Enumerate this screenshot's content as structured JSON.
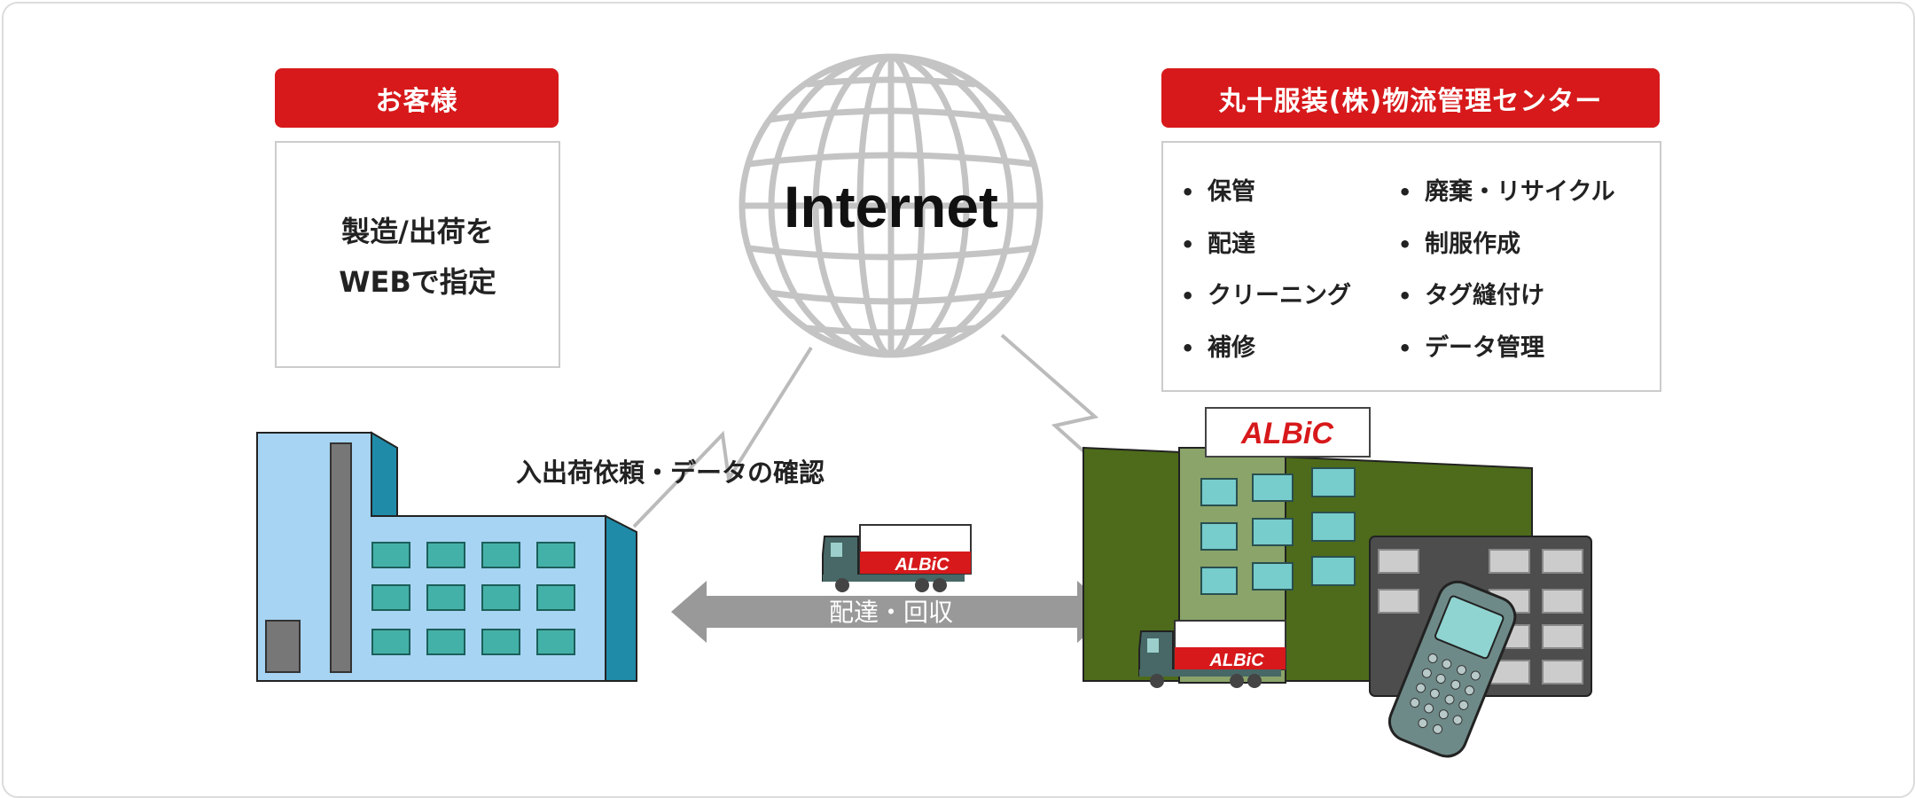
{
  "customer": {
    "title": "お客様",
    "line1": "製造/出荷を",
    "line2": "WEBで指定"
  },
  "center": {
    "title": "丸十服装(株)物流管理センター",
    "services_left": [
      "保管",
      "配達",
      "クリーニング",
      "補修"
    ],
    "services_right": [
      "廃棄・リサイクル",
      "制服作成",
      "タグ縫付け",
      "データ管理"
    ]
  },
  "internet_label": "Internet",
  "request_label": "入出荷依頼・データの確認",
  "delivery_label": "配達・回収",
  "brand": "ALBiC",
  "colors": {
    "accent_red": "#d7191b",
    "factory_light": "#a6d4f2",
    "factory_dark": "#1f8ba9",
    "window_teal": "#44b1a8",
    "building_green": "#8aa469",
    "building_dark_green": "#4d6b1a",
    "arrow_gray": "#999999",
    "globe_gray": "#c4c4c4"
  }
}
